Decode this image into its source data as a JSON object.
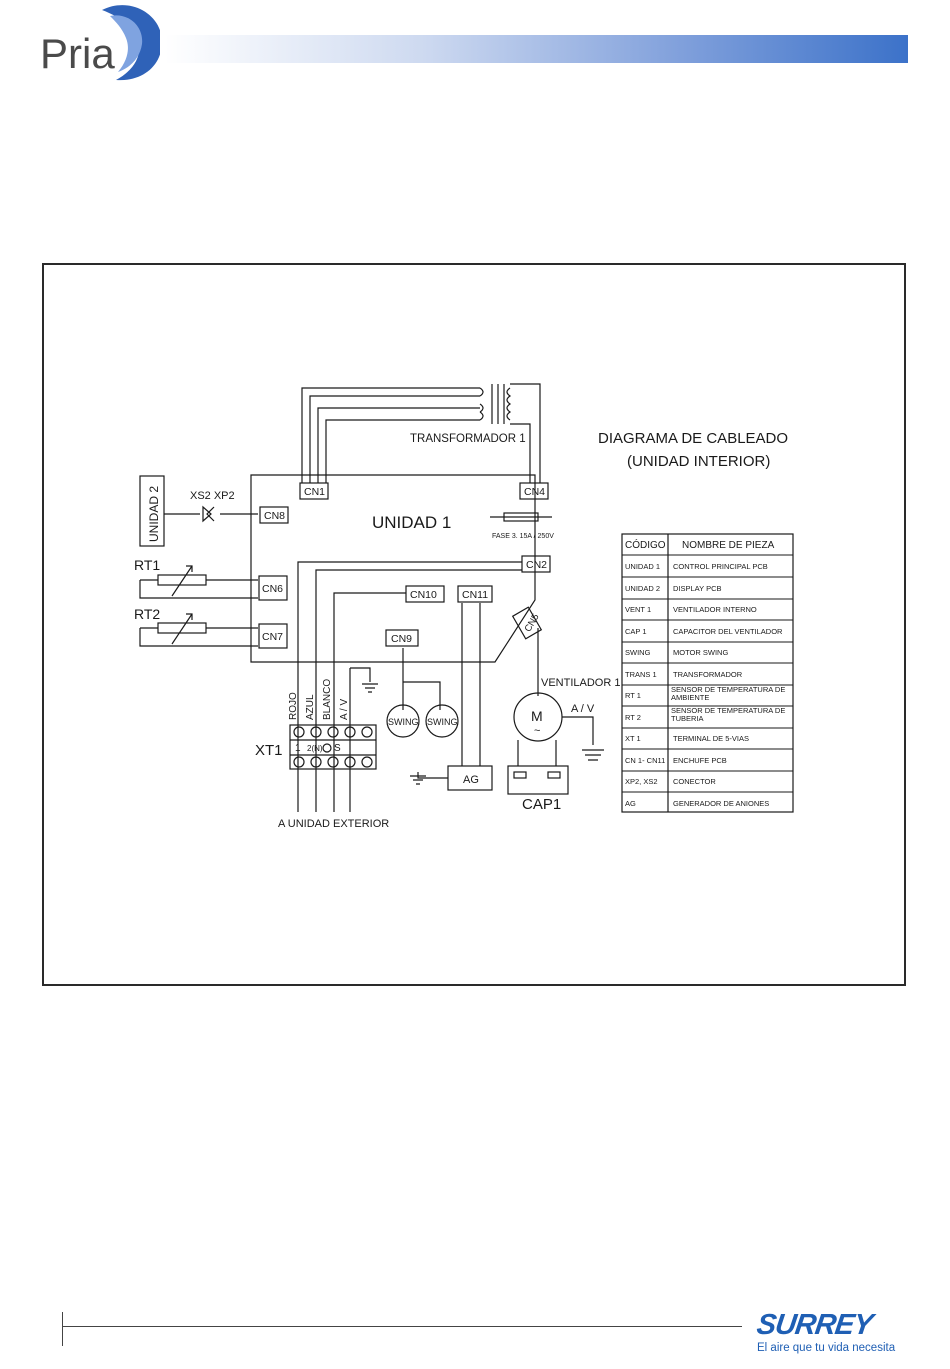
{
  "header": {
    "logo_text": "Pria"
  },
  "diagram": {
    "title_line1": "DIAGRAMA  DE CABLEADO",
    "title_line2": "(UNIDAD INTERIOR)",
    "main_unit": "UNIDAD 1",
    "fuse_label": "FASE 3. 15A / 250V",
    "transformer": "TRANSFORMADOR 1",
    "display_unit": "UNIDAD 2",
    "connector_xs": "XS2  XP2",
    "sensor1": "RT1",
    "sensor2": "RT2",
    "terminal": "XT1",
    "capacitor": "CAP1",
    "fan": "VENTILADOR 1",
    "motor": "M",
    "motor_tilde": "~",
    "ground_av": "A / V",
    "swing": "SWING",
    "anion": "AG",
    "outdoor": "A UNIDAD EXTERIOR",
    "connectors": {
      "cn1": "CN1",
      "cn2": "CN2",
      "cn4": "CN4",
      "cn5": "CN5",
      "cn6": "CN6",
      "cn7": "CN7",
      "cn8": "CN8",
      "cn9": "CN9",
      "cn10": "CN10",
      "cn11": "CN11"
    },
    "wire_labels": [
      "ROJO",
      "AZUL",
      "BLANCO",
      "A / V"
    ],
    "terminal_row": [
      "1",
      "2(N)",
      "S"
    ]
  },
  "parts_table": {
    "headers": [
      "CÓDIGO",
      "NOMBRE DE PIEZA"
    ],
    "rows": [
      [
        "UNIDAD 1",
        "CONTROL PRINCIPAL PCB"
      ],
      [
        "UNIDAD 2",
        "DISPLAY PCB"
      ],
      [
        "VENT 1",
        "VENTILADOR INTERNO"
      ],
      [
        "CAP 1",
        "CAPACITOR DEL VENTILADOR"
      ],
      [
        "SWING",
        "MOTOR SWING"
      ],
      [
        "TRANS 1",
        "TRANSFORMADOR"
      ],
      [
        "RT 1",
        "SENSOR DE TEMPERATURA DE AMBIENTE"
      ],
      [
        "RT 2",
        "SENSOR DE TEMPERATURA DE TUBERIA"
      ],
      [
        "XT 1",
        "TERMINAL DE 5-VIAS"
      ],
      [
        "CN 1- CN11",
        "ENCHUFE PCB"
      ],
      [
        "XP2, XS2",
        "CONECTOR"
      ],
      [
        "AG",
        "GENERADOR DE ANIONES"
      ]
    ]
  },
  "footer": {
    "brand": "SURREY",
    "slogan": "El aire que tu vida necesita"
  }
}
